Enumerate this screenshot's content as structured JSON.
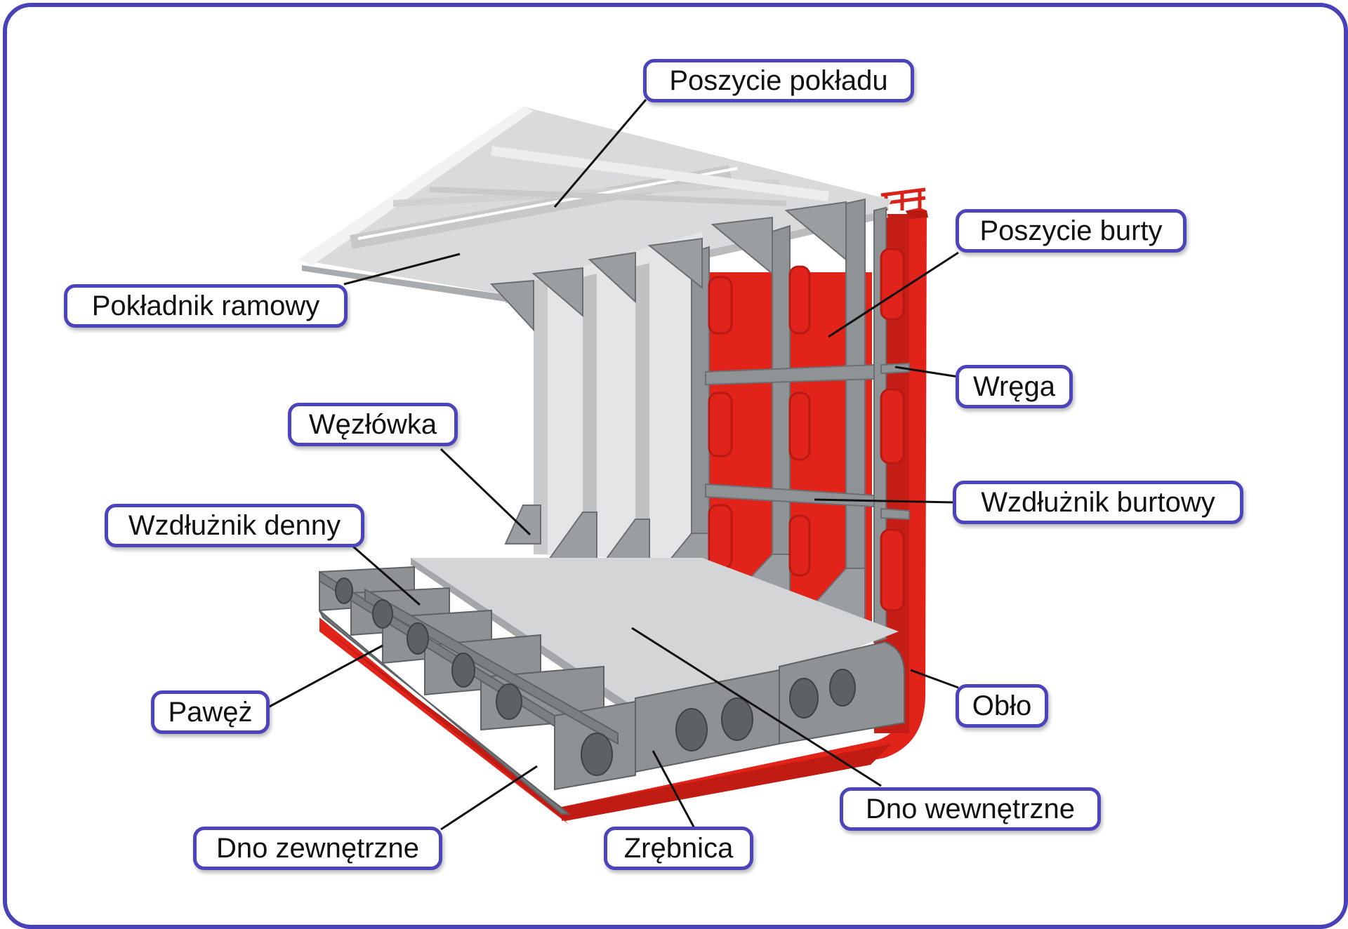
{
  "colors": {
    "frame": "#4a40b8",
    "label_border": "#4c44bd",
    "steel": "#8f9396",
    "steel_dark": "#6b6f73",
    "plating_light": "#e2e3e4",
    "hull_red": "#e2231a"
  },
  "labels": {
    "poszycie_pokladu": "Poszycie pokładu",
    "pokladnik_ramowy": "Pokładnik ramowy",
    "poszycie_burty": "Poszycie burty",
    "wrega": "Wręga",
    "wezlowka": "Węzłówka",
    "wzdluznik_denny": "Wzdłużnik denny",
    "wzdluznik_burtowy": "Wzdłużnik burtowy",
    "pawez": "Pawęż",
    "oblo": "Obło",
    "dno_wewnetrzne": "Dno wewnętrzne",
    "dno_zewnetrzne": "Dno zewnętrzne",
    "zrebnica": "Zrębnica"
  }
}
